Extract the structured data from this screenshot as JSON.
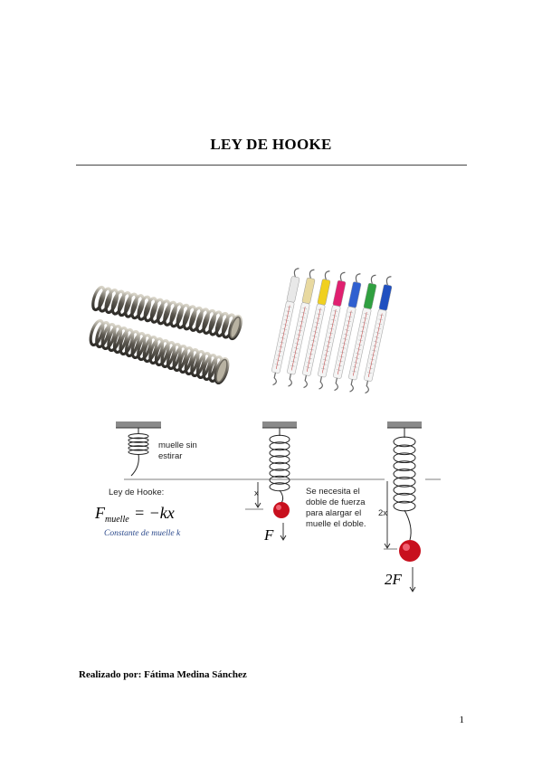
{
  "title": "LEY DE HOOKE",
  "diagram": {
    "spring_label_line1": "muelle sin",
    "spring_label_line2": "estirar",
    "law_heading": "Ley de Hooke:",
    "formula_F": "F",
    "formula_sub": "muelle",
    "formula_rhs": "= −kx",
    "constant_caption": "Constante de muelle k",
    "x_label": "x",
    "F_label": "F",
    "note_line1": "Se necesita el",
    "note_line2": "doble de fuerza",
    "note_line3": "para alargar el",
    "note_line4": "muelle el doble.",
    "twox_label": "2x",
    "twoF_label": "2F"
  },
  "credit": "Realizado por: Fátima Medina Sánchez",
  "page_number": "1",
  "colors": {
    "ball": "#c8101e",
    "ceiling": "#8a8a8a",
    "steel": "#6e6a60"
  }
}
